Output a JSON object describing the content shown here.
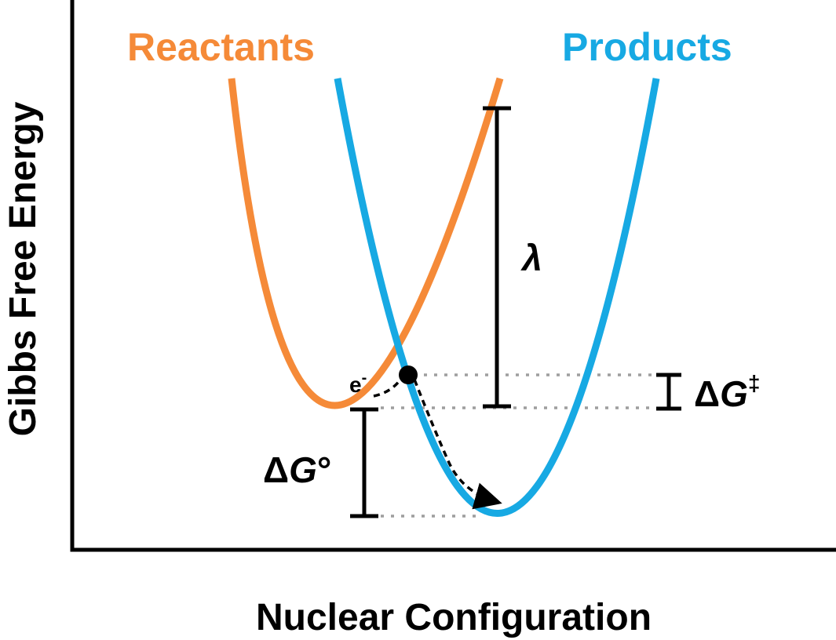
{
  "colors": {
    "reactants": "#F58A38",
    "products": "#17A9E3",
    "axes": "#000000",
    "guides": "#9E9E9E"
  },
  "labels": {
    "reactants": "Reactants",
    "products": "Products",
    "y_axis": "Gibbs Free Energy",
    "x_axis": "Nuclear Configuration",
    "lambda": "λ",
    "delta": "Δ",
    "g": "G",
    "degree": "°",
    "double_dagger": "‡",
    "electron": "e",
    "minus": "-"
  }
}
